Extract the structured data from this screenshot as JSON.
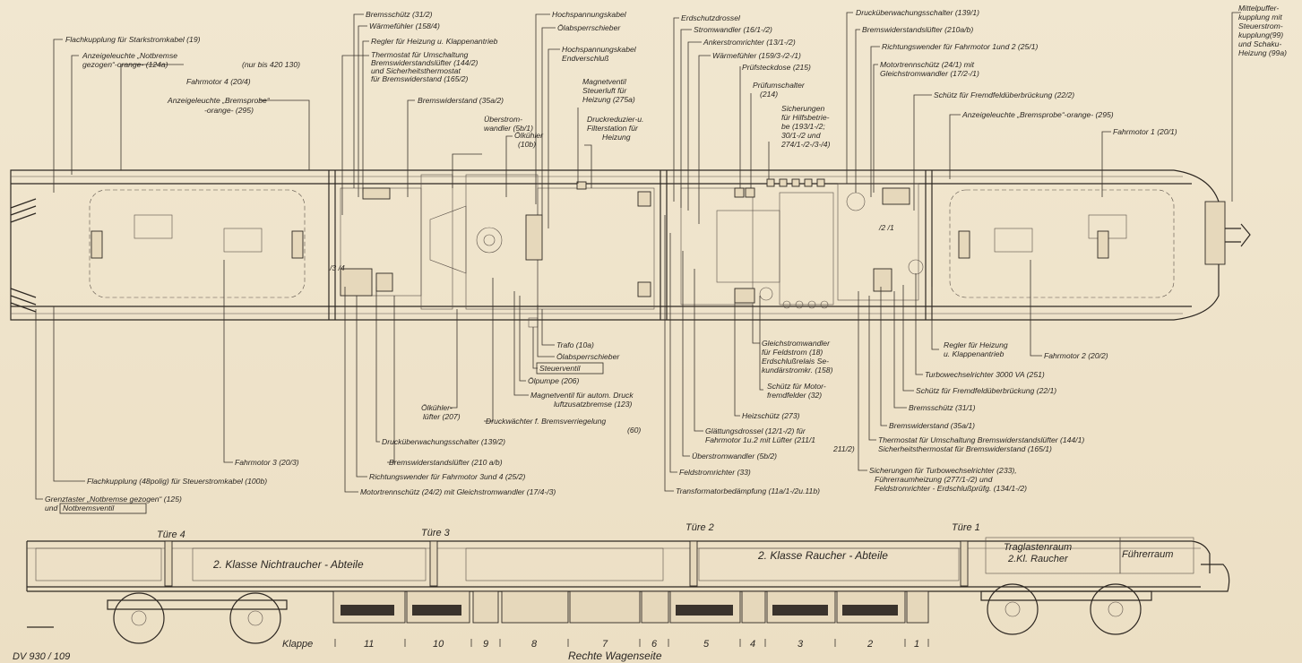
{
  "labels": {
    "l_flachkupplung_stark": "Flachkupplung für Starkstromkabel (19)",
    "l_anzeige_notbremse_1": "Anzeigeleuchte „Notbremse",
    "l_anzeige_notbremse_2": "gezogen“-orange- (124a)",
    "l_anzeige_notbremse_3": "(nur bis 420 130)",
    "l_fahrmotor4": "Fahrmotor 4 (20/4)",
    "l_anzeige_bremsprobe_l1": "Anzeigeleuchte „Bremsprobe“",
    "l_anzeige_bremsprobe_l2": "-orange- (295)",
    "l_bremsschuetz_312": "Bremsschütz (31/2)",
    "l_waermefuehler_1584": "Wärmefühler (158/4)",
    "l_regler_heizung_1": "Regler für Heizung u. Klappenantrieb",
    "l_thermostat_1": "Thermostat für Umschaltung",
    "l_thermostat_2": "Bremswiderstandslüfter (144/2)",
    "l_thermostat_3": "und Sicherheitsthermostat",
    "l_thermostat_4": "für Bremswiderstand (165/2)",
    "l_bremswiderstand_35a2": "Bremswiderstand (35a/2)",
    "l_ueberstrom_1": "Überstrom-",
    "l_ueberstrom_2": "wandler (5b/1)",
    "l_oelkuehler_1": "Ölkühler",
    "l_oelkuehler_2": "(10b)",
    "l_hochspannungskabel": "Hochspannungskabel",
    "l_oelabsperrschieber": "Ölabsperrschieber",
    "l_hs_endverschluss_1": "Hochspannungskabel",
    "l_hs_endverschluss_2": "Endverschluß",
    "l_magnetventil_1": "Magnetventil",
    "l_magnetventil_2": "Steuerluft für",
    "l_magnetventil_3": "Heizung (275a)",
    "l_druckreduzier_1": "Druckreduzier-u.",
    "l_druckreduzier_2": "Filterstation für",
    "l_druckreduzier_3": "Heizung",
    "l_erdschutzdrossel": "Erdschutzdrossel",
    "l_stromwandler": "Stromwandler (16/1-/2)",
    "l_ankerstromrichter": "Ankerstromrichter (13/1-/2)",
    "l_waermefuehler_159": "Wärmefühler (159/3-/2-/1)",
    "l_pruefsteckdose": "Prüfsteckdose (215)",
    "l_pruefumschalter_1": "Prüfumschalter",
    "l_pruefumschalter_2": "(214)",
    "l_sicherungen_1": "Sicherungen",
    "l_sicherungen_2": "für Hilfsbetrie-",
    "l_sicherungen_3": "be (193/1-/2;",
    "l_sicherungen_4": "30/1-/2 und",
    "l_sicherungen_5": "274/1-/2-/3-/4)",
    "l_drueckueberwachung_1391": "Drucküberwachungsschalter (139/1)",
    "l_bremswiderstandsluefter_210ab": "Bremswiderstandslüfter (210a/b)",
    "l_richtungswender_12": "Richtungswender für Fahrmotor 1und 2 (25/1)",
    "l_motortrennschuetz_1": "Motortrennschütz (24/1) mit",
    "l_motortrennschuetz_2": "Gleichstromwandler (17/2-/1)",
    "l_schuetz_fremdfeld_222": "Schütz für Fremdfeldüberbrückung (22/2)",
    "l_anzeige_bremsprobe_r": "Anzeigeleuchte „Bremsprobe“-orange- (295)",
    "l_fahrmotor1": "Fahrmotor 1 (20/1)",
    "l_mittelpuffer_1": "Mittelpuffer-",
    "l_mittelpuffer_2": "kupplung mit",
    "l_mittelpuffer_3": "Steuerstrom-",
    "l_mittelpuffer_4": "kupplung(99)",
    "l_mittelpuffer_5": "und Schaku-",
    "l_mittelpuffer_6": "Heizung (99a)",
    "l_trafo": "Trafo (10a)",
    "l_oelabsperrschieber_b": "Ölabsperrschieber",
    "l_steuerventil": "Steuerventil",
    "l_oelpumpe": "Ölpumpe (206)",
    "l_magnetventil_autom_1": "Magnetventil für autom. Druck",
    "l_magnetventil_autom_2": "luftzusatzbremse (123)",
    "l_oelkuehlerluefter_1": "Ölkühler-",
    "l_oelkuehlerluefter_2": "lüfter (207)",
    "l_druckwaechter_1": "Druckwächter f. Bremsverriegelung",
    "l_druckwaechter_2": "(60)",
    "l_druckueberwachung_1392": "Drucküberwachungsschalter (139/2)",
    "l_fahrmotor3": "Fahrmotor 3 (20/3)",
    "l_bremswiderstandsluefter_210": "Bremswiderstandslüfter (210 a/b)",
    "l_richtungswender_34": "Richtungswender für Fahrmotor 3und 4 (25/2)",
    "l_flachkupplung_48": "Flachkupplung (48polig) für Steuerstromkabel (100b)",
    "l_motortrennschuetz_242": "Motortrennschütz (24/2) mit Gleichstromwandler (17/4-/3)",
    "l_grenztaster_1": "Grenztaster „Notbremse gezogen“ (125)",
    "l_grenztaster_2": "und",
    "l_notbremsventil": "Notbremsventil",
    "l_gleichstromwandler_1": "Gleichstromwandler",
    "l_gleichstromwandler_2": "für Feldstrom (18)",
    "l_gleichstromwandler_3": "Erdschlußrelais Se-",
    "l_gleichstromwandler_4": "kundärstromkr. (158)",
    "l_schuetz_motorfremd_1": "Schütz für Motor-",
    "l_schuetz_motorfremd_2": "fremdfelder (32)",
    "l_heizschuetz": "Heizschütz (273)",
    "l_glaettungsdrossel_1": "Glättungsdrossel (12/1-/2) für",
    "l_glaettungsdrossel_2": "Fahrmotor 1u.2 mit Lüfter (211/1",
    "l_glaettungsdrossel_3": "211/2)",
    "l_ueberstromwandler_5b2": "Überstromwandler (5b/2)",
    "l_feldstromrichter": "Feldstromrichter (33)",
    "l_transformatorbedaempfung": "Transformatorbedämpfung (11a/1-/2u.11b)",
    "l_regler_heizung_r1": "Regler für Heizung",
    "l_regler_heizung_r2": "u. Klappenantrieb",
    "l_fahrmotor2": "Fahrmotor 2 (20/2)",
    "l_turbowechselrichter": "Turbowechselrichter 3000 VA (251)",
    "l_schuetz_fremdfeld_221": "Schütz für Fremdfeldüberbrückung (22/1)",
    "l_bremsschuetz_311": "Bremsschütz (31/1)",
    "l_bremswiderstand_35a1": "Bremswiderstand (35a/1)",
    "l_thermostat_r1": "Thermostat für Umschaltung Bremswiderstandslüfter (144/1)",
    "l_thermostat_r2": "Sicherheitsthermostat für Bremswiderstand (165/1)",
    "l_sicherungen_turbo_1": "Sicherungen für Turbowechselrichter (233),",
    "l_sicherungen_turbo_2": "Führerraumheizung (277/1-/2) und",
    "l_sicherungen_turbo_3": "Feldstromrichter - Erdschlußprüfg. (134/1-/2)",
    "l_small_3_4": "/3 /4",
    "l_small_2_1": "/2 /1"
  },
  "side_view": {
    "tuere4": "Türe 4",
    "tuere3": "Türe 3",
    "tuere2": "Türe 2",
    "tuere1": "Türe 1",
    "abteil_nichtraucher": "2. Klasse Nichtraucher - Abteile",
    "abteil_raucher": "2. Klasse Raucher - Abteile",
    "traglastenraum_1": "Traglastenraum",
    "traglastenraum_2": "2.Kl. Raucher",
    "fuehrerraum": "Führerraum",
    "klappe": "Klappe",
    "klappen": [
      "11",
      "10",
      "9",
      "8",
      "7",
      "6",
      "5",
      "4",
      "3",
      "2",
      "1"
    ],
    "rechte_wagenseite": "Rechte Wagenseite",
    "dv_number": "DV 930 / 109"
  }
}
